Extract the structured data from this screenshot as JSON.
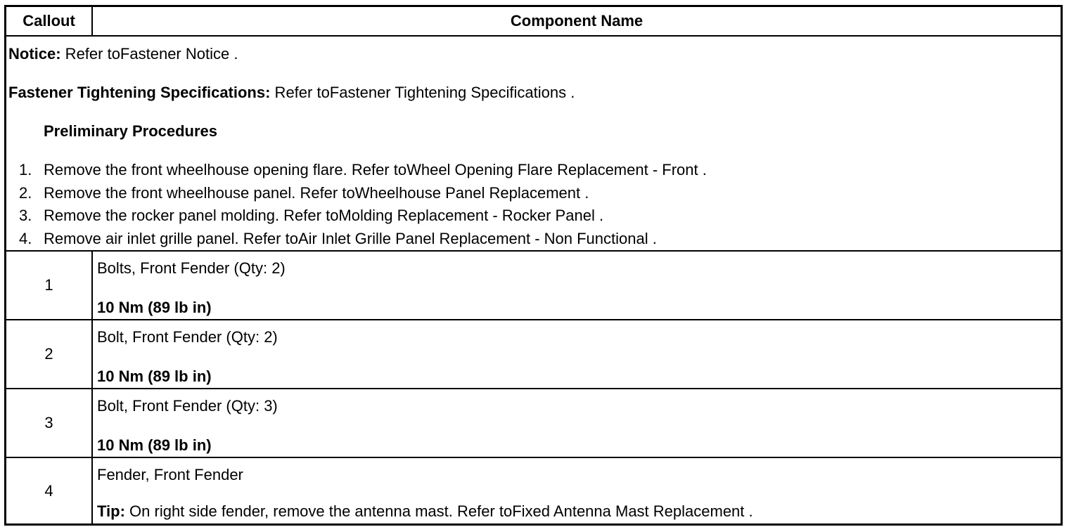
{
  "table": {
    "headers": {
      "callout": "Callout",
      "component_name": "Component Name"
    },
    "notice": {
      "label": "Notice:",
      "text": " Refer toFastener Notice ."
    },
    "fastener_specs": {
      "label": "Fastener Tightening Specifications:",
      "text": " Refer toFastener Tightening Specifications ."
    },
    "preliminary_title": "Preliminary Procedures",
    "steps": [
      {
        "num": "1.",
        "text": "Remove the front wheelhouse opening flare. Refer toWheel Opening Flare Replacement - Front ."
      },
      {
        "num": "2.",
        "text": "Remove the front wheelhouse panel. Refer toWheelhouse Panel Replacement ."
      },
      {
        "num": "3.",
        "text": "Remove the rocker panel molding. Refer toMolding Replacement - Rocker Panel ."
      },
      {
        "num": "4.",
        "text": "Remove air inlet grille panel. Refer toAir Inlet Grille Panel Replacement - Non Functional ."
      }
    ],
    "items": [
      {
        "callout": "1",
        "name": "Bolts, Front Fender (Qty: 2)",
        "spec": "10 Nm (89 lb in)"
      },
      {
        "callout": "2",
        "name": "Bolt, Front Fender (Qty: 2)",
        "spec": "10 Nm (89 lb in)"
      },
      {
        "callout": "3",
        "name": "Bolt, Front Fender (Qty: 3)",
        "spec": "10 Nm (89 lb in)"
      },
      {
        "callout": "4",
        "name": "Fender, Front Fender",
        "tip_label": "Tip:",
        "tip_text": " On right side fender, remove the antenna mast. Refer toFixed Antenna Mast Replacement ."
      }
    ]
  }
}
